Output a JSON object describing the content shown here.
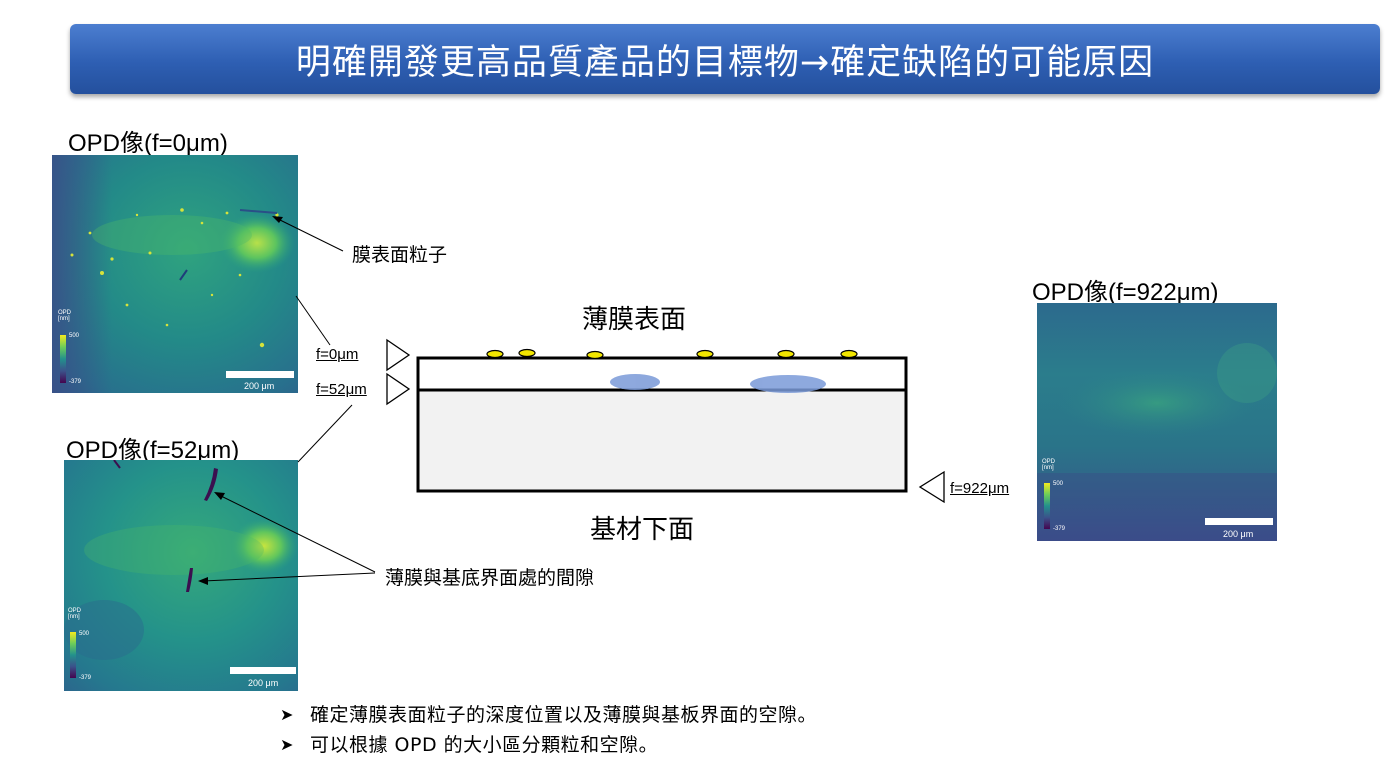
{
  "title": "明確開發更高品質產品的目標物→確定缺陷的可能原因",
  "images": {
    "f0": {
      "label": "OPD像(f=0μm)",
      "scalebar": "200 μm",
      "colorbar_unit": "OPD\n[nm]",
      "colorbar_max": "500",
      "colorbar_min": "-379"
    },
    "f52": {
      "label": "OPD像(f=52μm)",
      "scalebar": "200 μm",
      "colorbar_unit": "OPD\n[nm]",
      "colorbar_max": "500",
      "colorbar_min": "-379"
    },
    "f922": {
      "label": "OPD像(f=922μm)",
      "scalebar": "200 μm",
      "colorbar_unit": "OPD\n[nm]",
      "colorbar_max": "500",
      "colorbar_min": "-379"
    }
  },
  "annotations": {
    "particles": "膜表面粒子",
    "gaps": "薄膜與基底界面處的間隙"
  },
  "diagram": {
    "film_surface": "薄膜表面",
    "substrate_bottom": "基材下面",
    "focus_labels": [
      "f=0μm",
      "f=52μm",
      "f=922μm"
    ]
  },
  "bullets": [
    "確定薄膜表面粒子的深度位置以及薄膜與基板界面的空隙。",
    "可以根據 OPD 的大小區分顆粒和空隙。"
  ],
  "colors": {
    "title_bar": "#2e5fb3",
    "particle": "#f2e600",
    "gap": "#7a9ad8"
  }
}
